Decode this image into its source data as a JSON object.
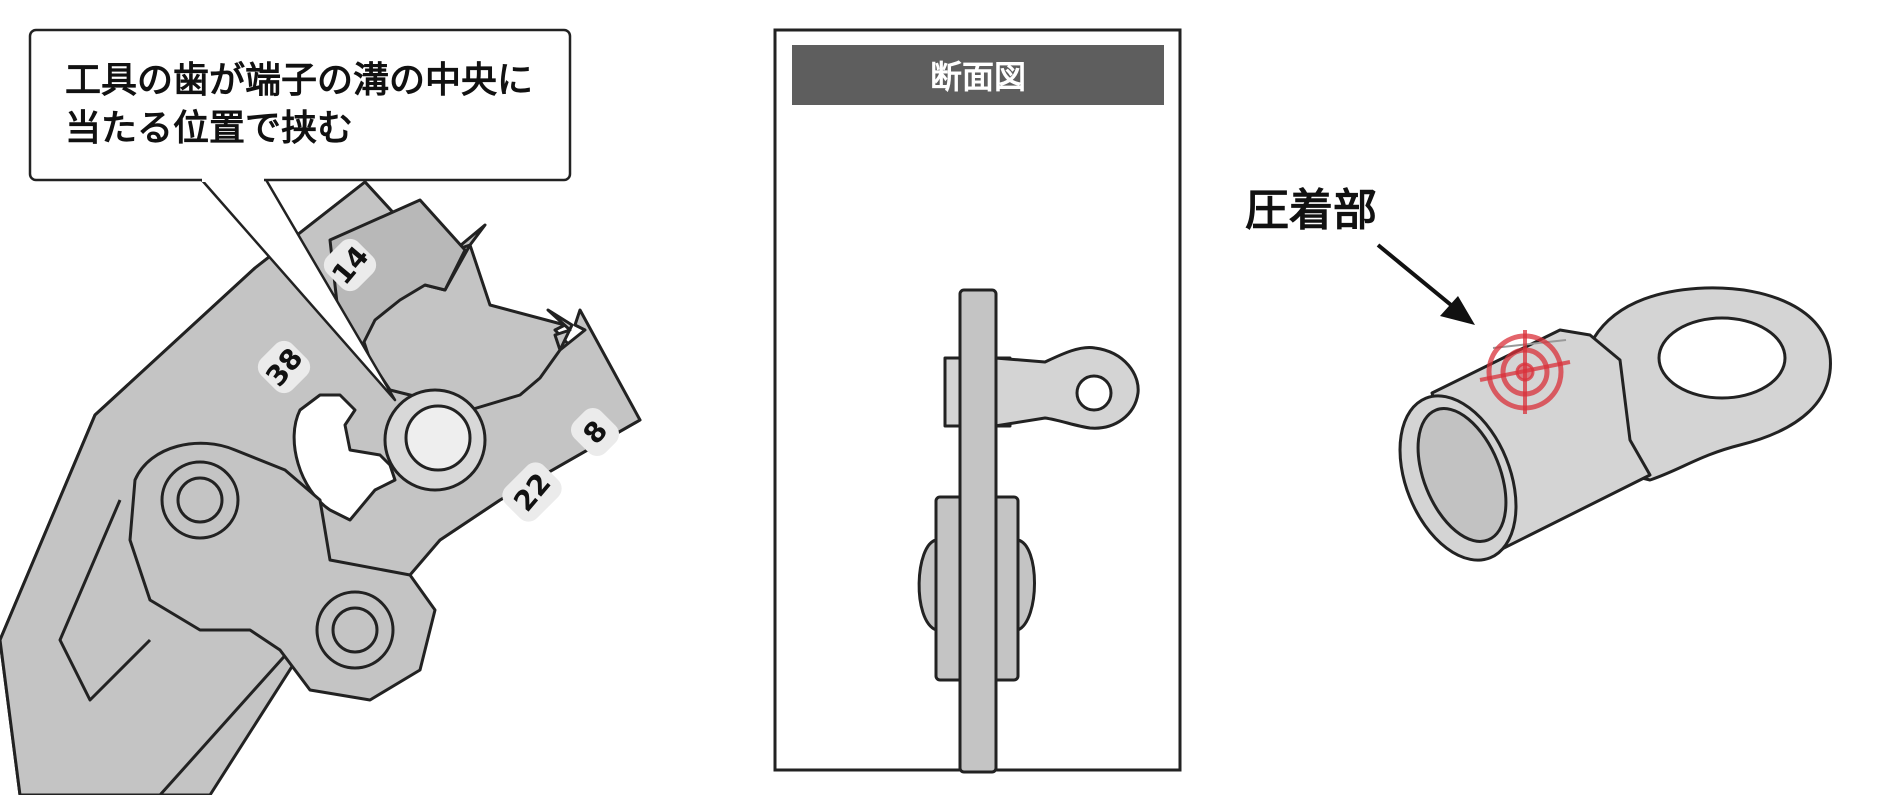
{
  "callout": {
    "line1": "工具の歯が端子の溝の中央に",
    "line2": "当たる位置で挟む"
  },
  "tool_die_sizes": [
    "14",
    "38",
    "22",
    "8"
  ],
  "section_panel": {
    "title": "断面図"
  },
  "terminal": {
    "label": "圧着部"
  },
  "colors": {
    "tool_fill": "#c4c4c4",
    "tool_stroke": "#222222",
    "header_bar": "#5e5e5e",
    "target_mark": "#d9303a",
    "terminal_fill": "#d4d4d4"
  }
}
